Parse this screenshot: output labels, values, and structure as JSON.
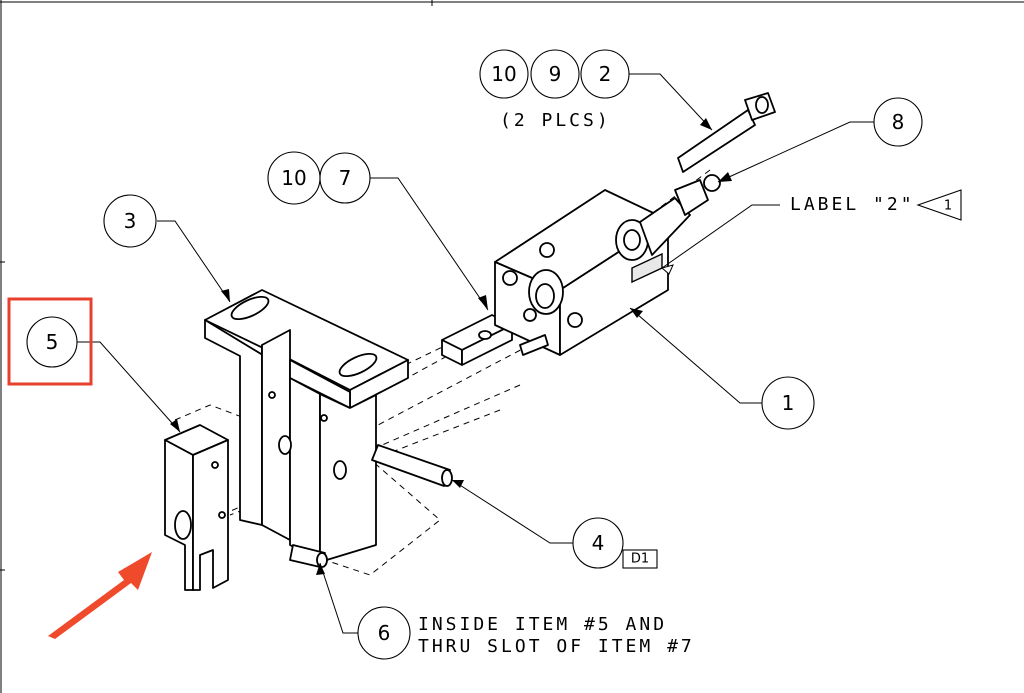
{
  "balloons": {
    "b10_top": "10",
    "b9": "9",
    "b2": "2",
    "b8": "8",
    "b10_mid": "10",
    "b7": "7",
    "b3": "3",
    "b5": "5",
    "b1": "1",
    "b4": "4",
    "b6": "6"
  },
  "notes": {
    "plcs": "(2 PLCS)",
    "label_prefix": "LABEL \"2\"",
    "label_flag": "1",
    "d1": "D1",
    "inside_line1": "INSIDE ITEM #5 AND",
    "inside_line2": "THRU SLOT OF ITEM #7"
  },
  "annotations": {
    "highlight_color": "#e8402e",
    "arrow_color": "#f04a2d"
  }
}
